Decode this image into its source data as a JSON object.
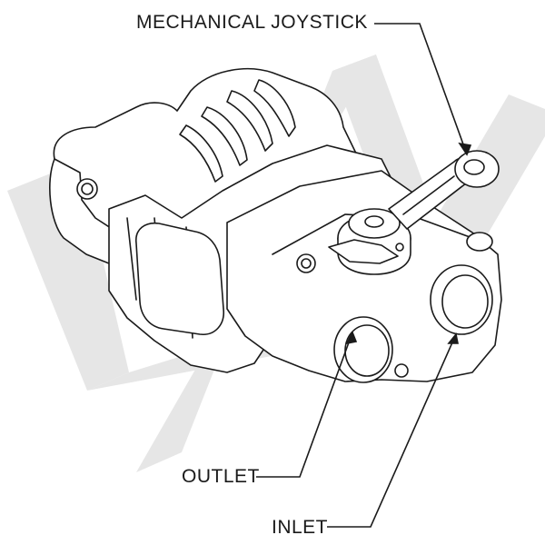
{
  "labels": {
    "joystick": "MECHANICAL JOYSTICK",
    "outlet": "OUTLET",
    "inlet": "INLET"
  },
  "colors": {
    "line": "#1a1a1a",
    "watermark": "#e6e6e6",
    "body_fill": "#ffffff",
    "background": "#ffffff"
  },
  "icons": {
    "watermark": "lw-logo-watermark"
  }
}
